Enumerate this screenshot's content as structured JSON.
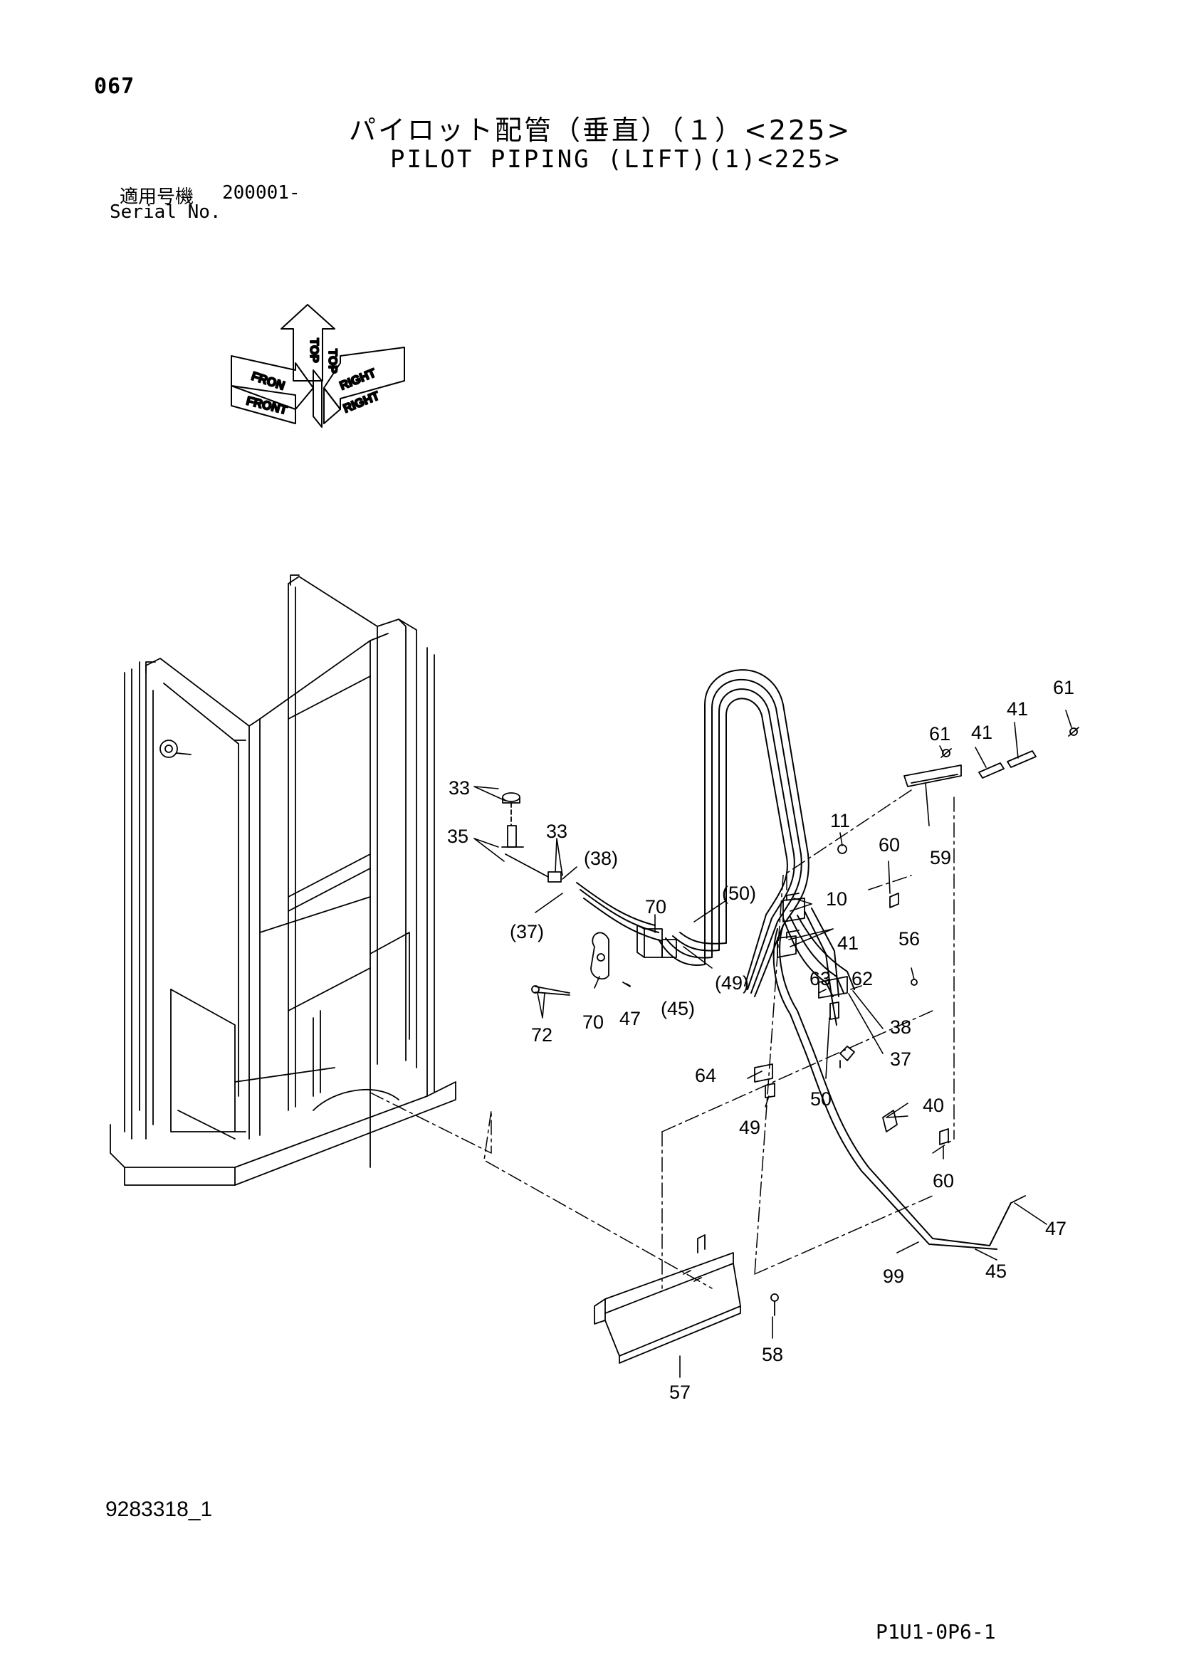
{
  "header": {
    "page_number": "067",
    "title_jp": "パイロット配管（垂直）（１）<225>",
    "title_en": "PILOT PIPING (LIFT)(1)<225>",
    "serial_label_jp": "適用号機",
    "serial_value": "200001-",
    "serial_label_en": "Serial No."
  },
  "orientation_symbol": {
    "front": "FRONT",
    "front_mirror": "FRON",
    "top": "TOP",
    "top_mirror": "TOP",
    "right": "RIGHT",
    "right_mirror": "RIGHT"
  },
  "callouts": [
    "33",
    "35",
    "33",
    "(38)",
    "(37)",
    "70",
    "(50)",
    "(49)",
    "(45)",
    "70",
    "47",
    "72",
    "11",
    "10",
    "41",
    "60",
    "59",
    "61",
    "41",
    "41",
    "61",
    "56",
    "63",
    "62",
    "38",
    "37",
    "64",
    "49",
    "50",
    "40",
    "60",
    "47",
    "45",
    "99",
    "58",
    "57"
  ],
  "footer": {
    "document_id": "9283318_1",
    "page_code": "P1U1-0P6-1"
  }
}
